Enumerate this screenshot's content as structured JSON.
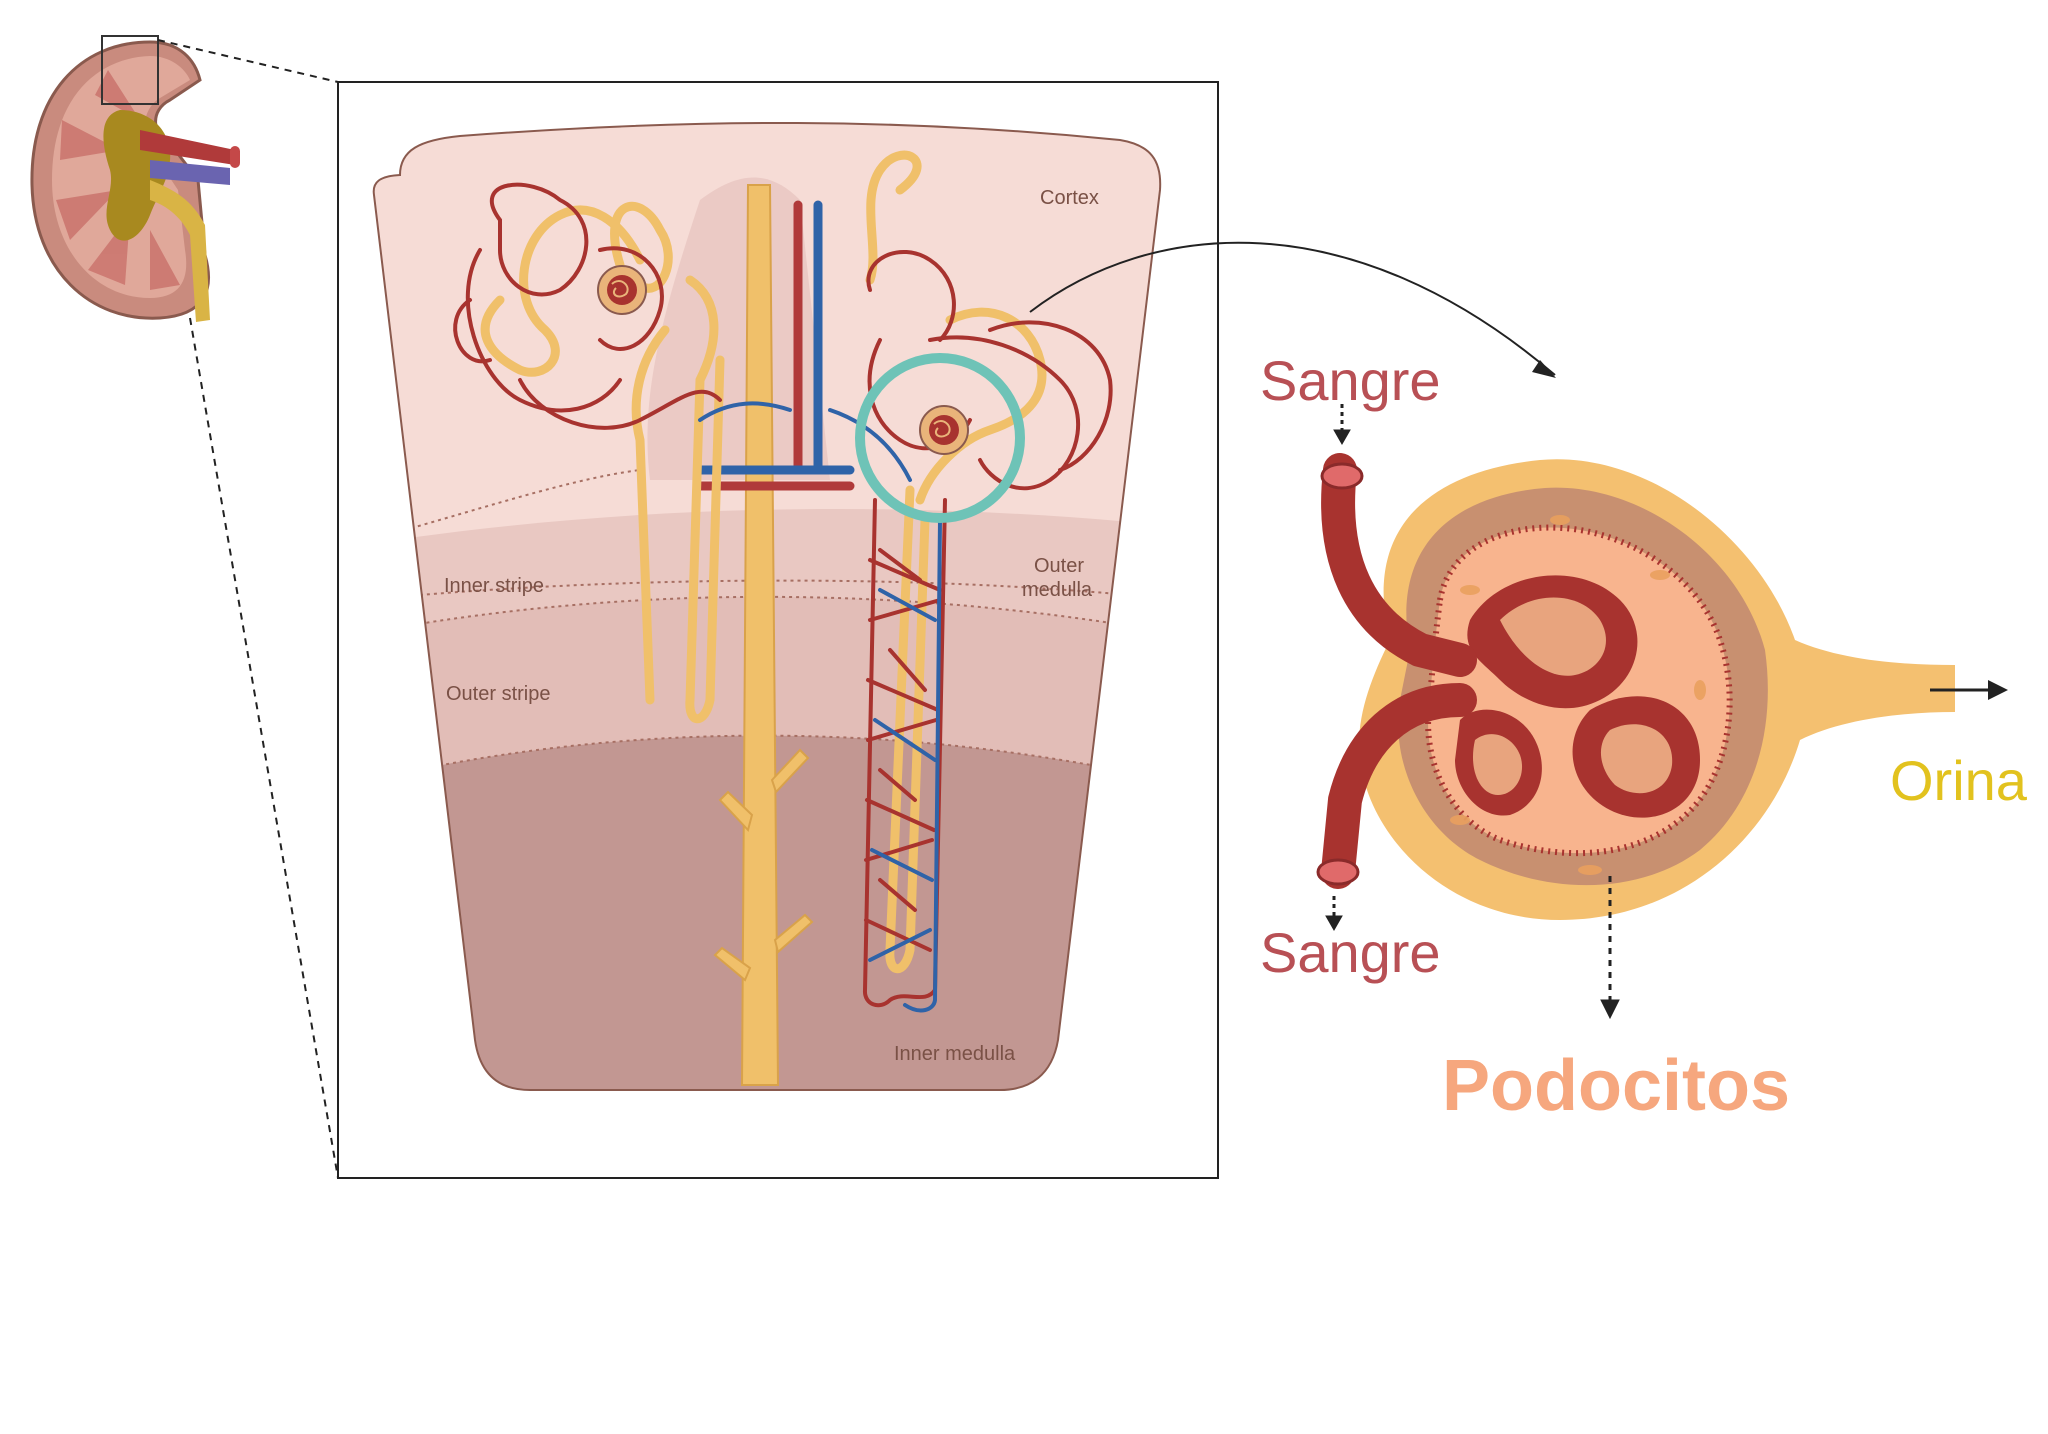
{
  "zones": {
    "cortex": "Cortex",
    "outer_medulla_line1": "Outer",
    "outer_medulla_line2": "medulla",
    "inner_stripe": "Inner stripe",
    "outer_stripe": "Outer stripe",
    "inner_medulla": "Inner medulla"
  },
  "glomerulus_labels": {
    "blood_in": "Sangre",
    "blood_out": "Sangre",
    "urine": "Orina",
    "podocytes": "Podocitos"
  },
  "colors": {
    "blood_red": "#b03a3a",
    "vein_blue": "#2f63a8",
    "tubule_yellow": "#f0c06a",
    "urine_label": "#e2c21e",
    "podocyte_label": "#f6a77e",
    "highlight_circle": "#6ec3b7"
  },
  "icons": [
    "kidney-icon",
    "glomerulus-icon"
  ]
}
